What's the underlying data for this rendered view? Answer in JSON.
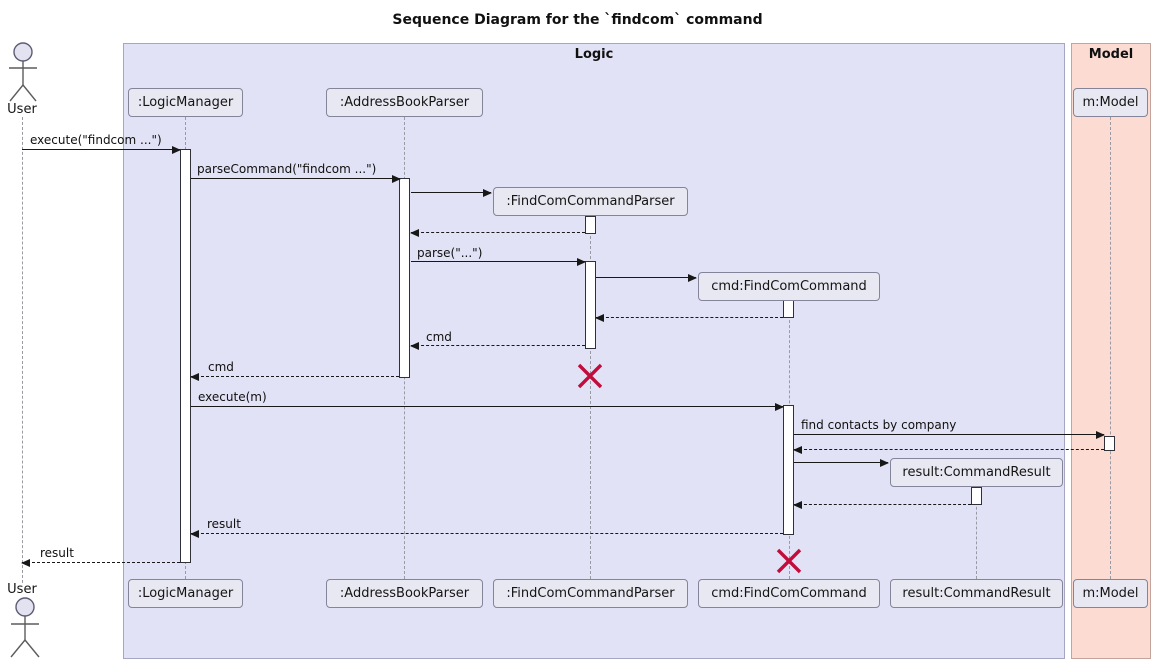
{
  "title": "Sequence Diagram for the `findcom` command",
  "frames": {
    "logic": {
      "label": "Logic"
    },
    "model": {
      "label": "Model"
    }
  },
  "actor": {
    "label": "User"
  },
  "participants": {
    "logic_manager": ":LogicManager",
    "address_book_parser": ":AddressBookParser",
    "findcom_command_parser": ":FindComCommandParser",
    "findcom_command": "cmd:FindComCommand",
    "command_result": "result:CommandResult",
    "model": "m:Model"
  },
  "messages": {
    "execute_user": "execute(\"findcom ...\")",
    "parse_command": "parseCommand(\"findcom ...\")",
    "parse": "parse(\"...\")",
    "cmd_return_to_parser": "cmd",
    "cmd_return_to_manager": "cmd",
    "execute_m": "execute(m)",
    "find_contacts": "find contacts by company",
    "result_return_to_manager": "result",
    "result_return_to_user": "result"
  },
  "colors": {
    "logic_frame_fill": "#E2E2F6",
    "model_frame_fill": "#FBDBD2",
    "participant_fill": "#E8E8F2",
    "activation_fill": "#FFFFFF",
    "arrow": "#181818",
    "destroy_x": "#C10C3C"
  }
}
